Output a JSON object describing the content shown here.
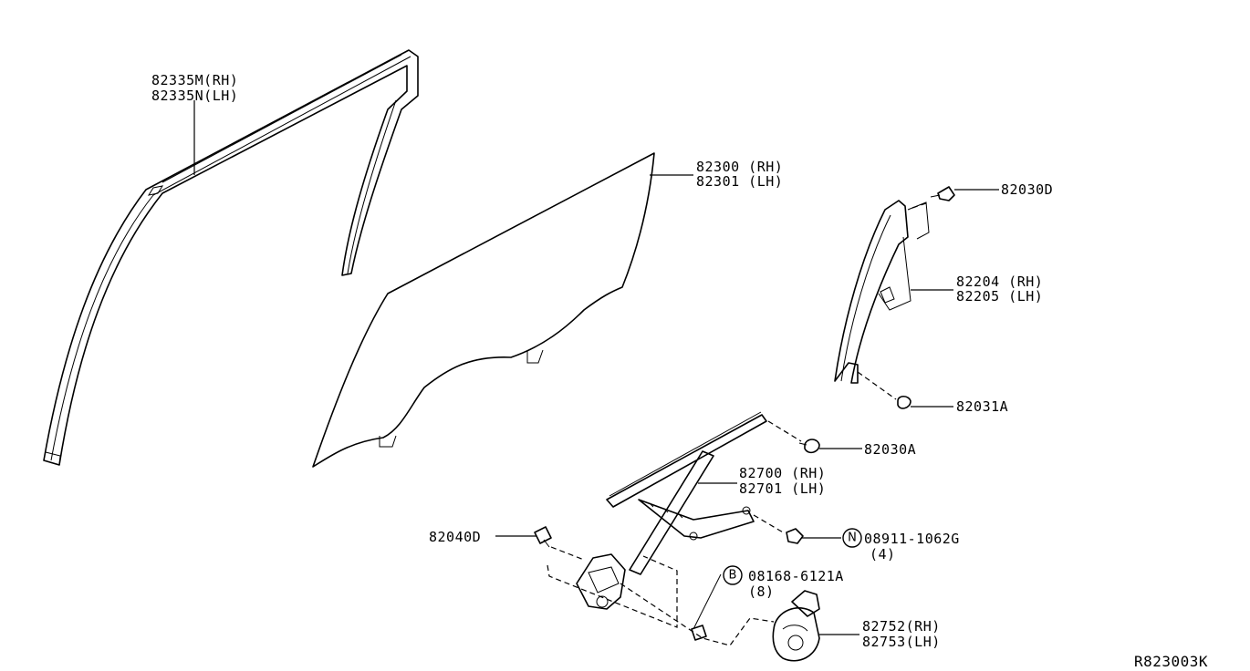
{
  "labels": {
    "l82335": {
      "rh": "82335M(RH)",
      "lh": "82335N(LH)"
    },
    "l82300": {
      "rh": "82300 (RH)",
      "lh": "82301 (LH)"
    },
    "l82030D": "82030D",
    "l82204": {
      "rh": "82204 (RH)",
      "lh": "82205 (LH)"
    },
    "l82031A": "82031A",
    "l82030A": "82030A",
    "l82700": {
      "rh": "82700 (RH)",
      "lh": "82701 (LH)"
    },
    "l82040D": "82040D",
    "l08911": {
      "symbol": "N",
      "part": "08911-1062G",
      "qty": "(4)"
    },
    "l08168": {
      "symbol": "B",
      "part": "08168-6121A",
      "qty": "(8)"
    },
    "l82752": {
      "rh": "82752(RH)",
      "lh": "82753(LH)"
    }
  },
  "reference_code": "R823003K"
}
